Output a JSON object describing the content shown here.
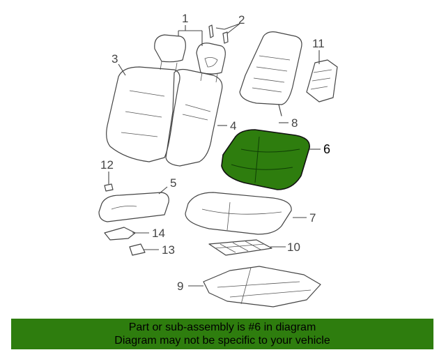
{
  "diagram": {
    "callouts": {
      "c1": "1",
      "c2": "2",
      "c3": "3",
      "c4": "4",
      "c5": "5",
      "c6": "6",
      "c7": "7",
      "c8": "8",
      "c9": "9",
      "c10": "10",
      "c11": "11",
      "c12": "12",
      "c13": "13",
      "c14": "14"
    },
    "highlight_color": "#2e7d0e",
    "highlighted_part": "6"
  },
  "banner": {
    "line1": "Part or sub-assembly is #6 in diagram",
    "line2": "Diagram may not be specific to your vehicle",
    "background": "#2e7d0e"
  }
}
